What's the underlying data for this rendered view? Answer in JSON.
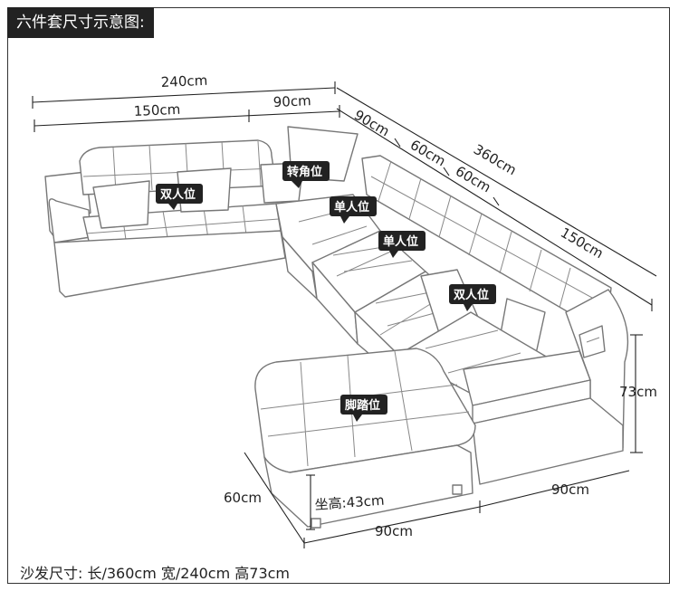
{
  "title": "六件套尺寸示意图:",
  "dimensions": {
    "overall_width": "240cm",
    "left_section": "150cm",
    "corner_width": "90cm",
    "overall_length": "360cm",
    "corner_depth": "90cm",
    "single_seat_a": "60cm",
    "single_seat_b": "60cm",
    "chaise_section": "150cm",
    "height": "73cm",
    "ottoman_depth": "60cm",
    "seat_height": "坐高:43cm",
    "ottoman_width": "90cm",
    "chaise_width": "90cm"
  },
  "labels": {
    "double_seat_left": "双人位",
    "corner_seat": "转角位",
    "single_seat_1": "单人位",
    "single_seat_2": "单人位",
    "double_seat_right": "双人位",
    "ottoman": "脚踏位"
  },
  "footer": "沙发尺寸: 长/360cm  宽/240cm  高73cm"
}
